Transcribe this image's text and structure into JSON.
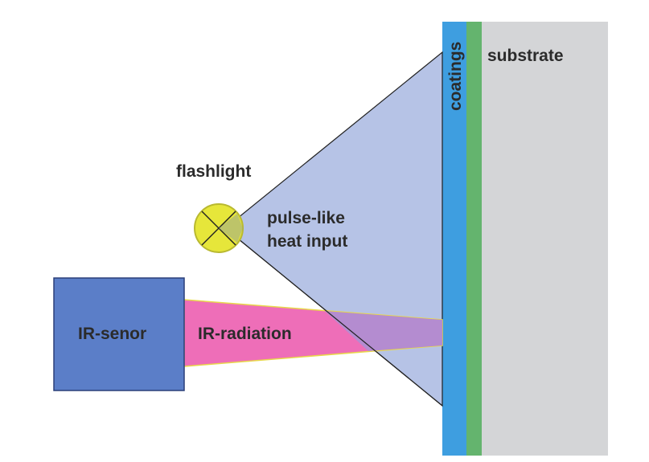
{
  "labels": {
    "substrate": "substrate",
    "coatings": "coatings",
    "flashlight": "flashlight",
    "heat_line1": "pulse-like",
    "heat_line2": "heat input",
    "sensor": "IR-senor",
    "radiation": "IR-radiation"
  },
  "colors": {
    "substrate": "#d4d5d7",
    "coating_outer": "#3e9ee0",
    "coating_inner": "#64b46e",
    "heat_cone": "#b6c3e6",
    "ir_beam": "#ee6eb8",
    "beam_overlap": "#b48cd0",
    "sensor": "#5b7ec8",
    "flashlight": "#e6e63a",
    "flashlight_edge": "#b9b930"
  }
}
